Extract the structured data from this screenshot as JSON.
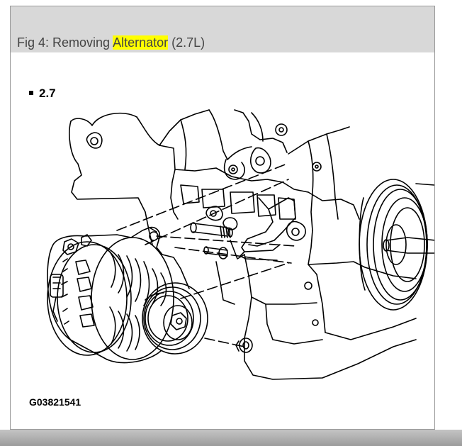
{
  "caption": {
    "prefix": "Fig 4: Removing ",
    "highlight": "Alternator",
    "suffix": " (2.7L)",
    "highlight_color": "#ffff00"
  },
  "engine_label": "2.7",
  "figure_id": "G03821541",
  "diagram": {
    "components": [
      "engine-block",
      "crankshaft-pulley",
      "alternator",
      "alternator-pulley",
      "mounting-bracket",
      "through-bolt",
      "mounting-bolt",
      "nut"
    ]
  }
}
